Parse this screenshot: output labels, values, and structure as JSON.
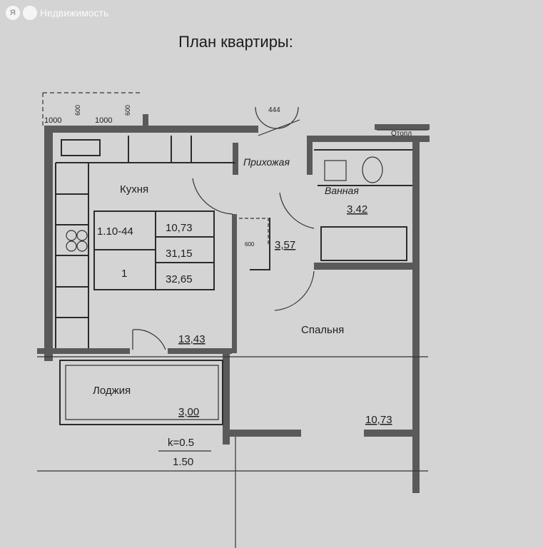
{
  "watermark": {
    "logo_letter": "Я",
    "text": "Недвижимость"
  },
  "title": "План квартиры:",
  "plan": {
    "window_dims": [
      "1000",
      "600",
      "1000",
      "600"
    ],
    "entrance_mark": "444",
    "heating_label": "Отопл",
    "rooms": {
      "hall": {
        "name": "Прихожая",
        "area": "3,57"
      },
      "kitchen": {
        "name": "Кухня",
        "area": "13,43"
      },
      "bathroom": {
        "name": "Ванная",
        "area": "3.42"
      },
      "bedroom": {
        "name": "Спальня",
        "area": "10,73"
      },
      "loggia": {
        "name": "Лоджия",
        "area": "3,00",
        "coefficient": "k=0.5",
        "reduced_area": "1.50"
      }
    },
    "closet_dim": "600",
    "summary_table": {
      "type_code": "1.10-44",
      "rooms_count": "1",
      "living_area": "10,73",
      "total_area": "31,15",
      "total_with_loggia": "32,65"
    }
  }
}
